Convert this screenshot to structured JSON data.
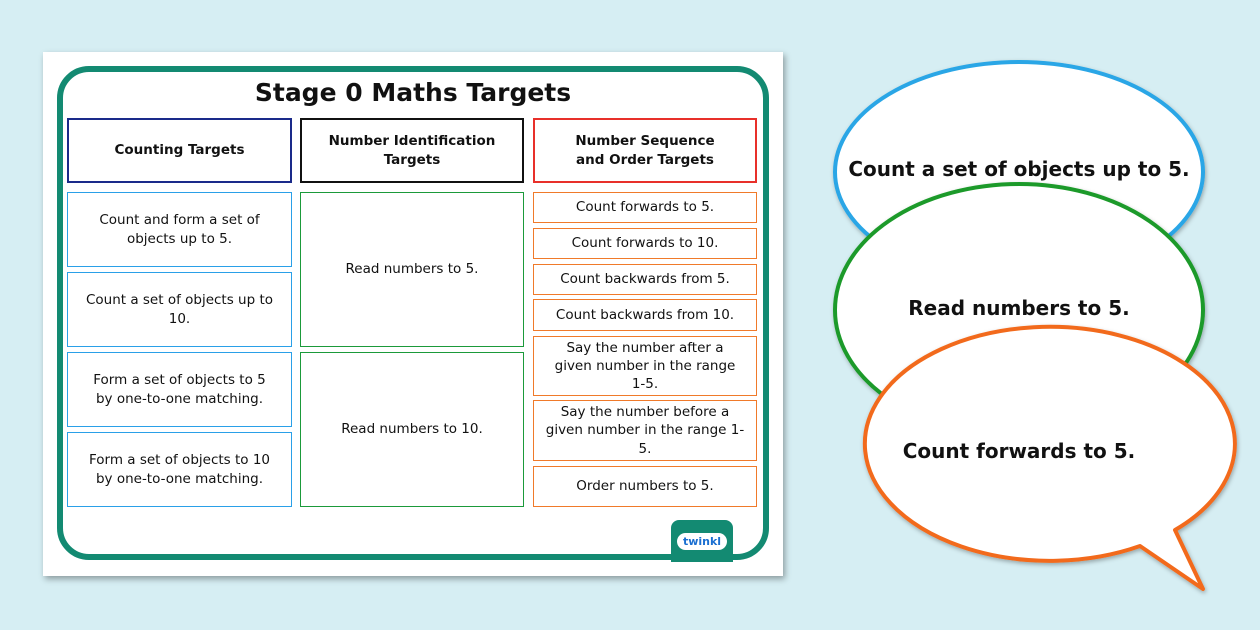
{
  "title": "Stage 0 Maths Targets",
  "columns": [
    {
      "header": "Counting Targets",
      "items": [
        "Count and form a set of objects up to 5.",
        "Count a set of objects up to 10.",
        "Form a set of objects to 5 by one-to-one matching.",
        "Form a set of objects to 10 by one-to-one matching."
      ]
    },
    {
      "header": "Number Identification Targets",
      "items": [
        "Read numbers to 5.",
        "Read numbers to 10."
      ]
    },
    {
      "header": "Number Sequence and Order Targets",
      "items": [
        "Count forwards to 5.",
        "Count forwards to 10.",
        "Count backwards from 5.",
        "Count backwards from 10.",
        "Say the number after a given number in the range 1-5.",
        "Say the number before a given number in the range 1-5.",
        "Order numbers to 5."
      ]
    }
  ],
  "logo": "twinkl",
  "bubbles": [
    {
      "text": "Count a set of objects up to 5.",
      "color": "#29a6e6"
    },
    {
      "text": "Read numbers to 5.",
      "color": "#1b9a2a"
    },
    {
      "text": "Count forwards to 5.",
      "color": "#f26a1b"
    }
  ]
}
